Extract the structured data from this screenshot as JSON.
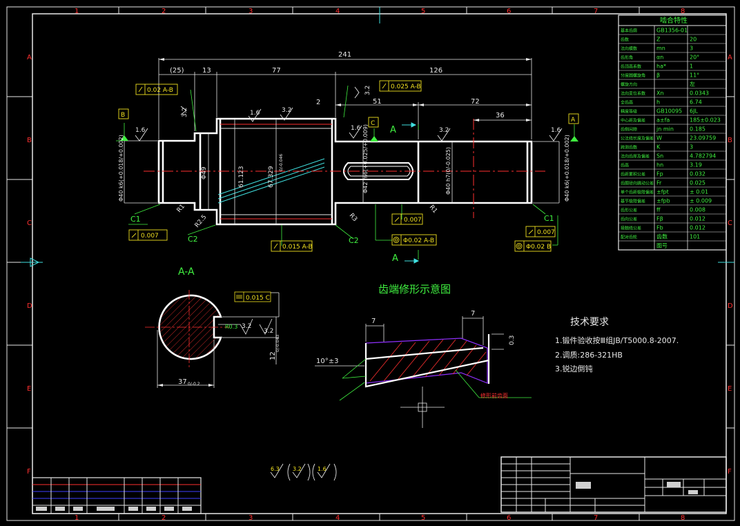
{
  "frame": {
    "top_cols": [
      "1",
      "2",
      "3",
      "4",
      "5",
      "6",
      "7",
      "8"
    ],
    "bottom_cols": [
      "1",
      "2",
      "3",
      "4",
      "5",
      "6",
      "7",
      "8"
    ],
    "left_rows": [
      "A",
      "B",
      "C",
      "D",
      "E",
      "F"
    ],
    "right_rows": [
      "A",
      "B",
      "C",
      "D",
      "E",
      "F"
    ]
  },
  "main_view": {
    "dims": {
      "overall": "241",
      "left_ref": "(25)",
      "seg_13": "13",
      "seg_77": "77",
      "seg_126": "126",
      "seg_2": "2",
      "seg_51": "51",
      "seg_72": "72",
      "seg_36": "36",
      "dia_left_end": "Φ40 k6(+0.018/+0.002)",
      "dia_49": "Φ49",
      "dia_root": "61.123",
      "dia_tip": "67.329",
      "dia_tip_tol": "0/-0.046",
      "dia_keyseat": "Φ42 m6(+0.025/+0.009)",
      "dia_bearing": "Φ40 h7(0/-0.025)",
      "dia_right_end": "Φ40 k6(+0.018/+0.002)"
    },
    "fcf": {
      "runout_left": "0.02 A-B",
      "runout_top": "0.025 A-B",
      "runout_gear": "0.015 A-B",
      "cyl_left": "0.007",
      "cyl_mid": "0.007",
      "cyl_right": "0.007",
      "coax_mid": "Φ0.02 A-B",
      "coax_right": "Φ0.02 B"
    },
    "datums": {
      "b": "B",
      "c": "C",
      "a": "A"
    },
    "section_top": "A",
    "section_bottom": "A",
    "finish": {
      "f16": "1.6",
      "f32": "3.2"
    },
    "chamfers": {
      "c1": "C1",
      "c2": "C2"
    },
    "radii": {
      "r1": "R1",
      "r25": "R2.5",
      "r3": "R3"
    }
  },
  "section_view": {
    "title": "A-A",
    "fcf_sym": "0.015 C",
    "radius": "R0.3",
    "dim_37": "37",
    "dim_37_tol": "0/-0.2",
    "dim_12": "12",
    "dim_12_tol": "0/-0.043",
    "finish": "3.2"
  },
  "tooth_diagram": {
    "title": "齿端修形示意图",
    "dim_left": "7",
    "dim_right": "7",
    "dim_angle": "10°±3",
    "dim_vert": "0.3",
    "legend": "修形前齿面"
  },
  "tech_requirements": {
    "title": "技术要求",
    "items": [
      "1.锻件验收按Ⅲ组JB/T5000.8-2007.",
      "2.调质:286-321HB",
      "3.锐边倒钝"
    ]
  },
  "gear_table": {
    "title": "啮合特性",
    "rows": [
      [
        "基本齿廓",
        "GB1356-01",
        ""
      ],
      [
        "齿数",
        "Z",
        "20"
      ],
      [
        "法向模数",
        "mn",
        "3"
      ],
      [
        "齿形角",
        "αn",
        "20°"
      ],
      [
        "齿顶高系数",
        "ha*",
        "1"
      ],
      [
        "分度圆螺旋角",
        "β",
        "11°"
      ],
      [
        "螺旋方向",
        "",
        "左"
      ],
      [
        "法向变位系数",
        "Xn",
        "0.0343"
      ],
      [
        "全齿高",
        "h",
        "6.74"
      ],
      [
        "精度等级",
        "GB10095",
        "6JL"
      ],
      [
        "中心距及偏差",
        "a±fa",
        "185±0.023"
      ],
      [
        "齿侧间隙",
        "jn min",
        "0.185"
      ],
      [
        "公法线长度及偏差",
        "W",
        "23.09759"
      ],
      [
        "跨测齿数",
        "K",
        "3"
      ],
      [
        "法向齿厚及偏差",
        "Sn",
        "4.782794"
      ],
      [
        "齿高",
        "hn",
        "3.19"
      ],
      [
        "齿距累积公差",
        "Fp",
        "0.032"
      ],
      [
        "齿圈径向跳动公差",
        "Fr",
        "0.025"
      ],
      [
        "单个齿距极限偏差",
        "±fpt",
        "± 0.01"
      ],
      [
        "基节极限偏差",
        "±fpb",
        "± 0.009"
      ],
      [
        "齿形公差",
        "ff",
        "0.008"
      ],
      [
        "齿向公差",
        "Fβ",
        "0.012"
      ],
      [
        "接触线公差",
        "Fb",
        "0.012"
      ],
      [
        "配对齿轮",
        "齿数",
        "101"
      ],
      [
        "",
        "图号",
        ""
      ]
    ]
  },
  "general_finish": {
    "main": "6.3",
    "p1": "3.2",
    "p2": "1.6"
  }
}
